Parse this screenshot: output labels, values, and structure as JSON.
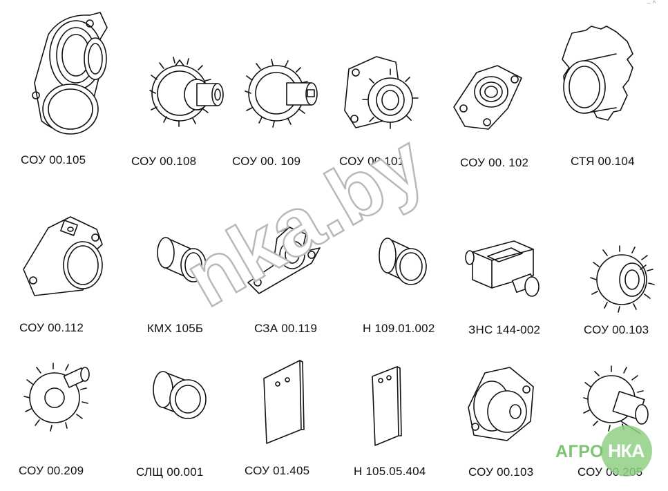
{
  "corner_mark": "~ ^",
  "watermark": {
    "text": "nka.by"
  },
  "logo": {
    "left_text": "АГРО",
    "right_text": "НКА",
    "color": "#7dc472"
  },
  "parts": [
    {
      "id": "p1",
      "label": "СОУ 00.105",
      "icon": "bearing-housing-icon"
    },
    {
      "id": "p2",
      "label": "СОУ 00.108",
      "icon": "gear-shaft-icon"
    },
    {
      "id": "p3",
      "label": "СОУ 00. 109",
      "icon": "gear-shaft-icon"
    },
    {
      "id": "p4",
      "label": "СОУ 00.101",
      "icon": "flange-sprocket-icon"
    },
    {
      "id": "p5",
      "label": "СОУ 00. 102",
      "icon": "flange-bearing-icon"
    },
    {
      "id": "p6",
      "label": "СТЯ 00.104",
      "icon": "sprocket-hub-icon"
    },
    {
      "id": "p7",
      "label": "СОУ 00.112",
      "icon": "flange-housing-icon"
    },
    {
      "id": "p8",
      "label": "КМХ 105Б",
      "icon": "bushing-icon"
    },
    {
      "id": "p9",
      "label": "СЗА 00.119",
      "icon": "bracket-clamp-icon"
    },
    {
      "id": "p10",
      "label": "Н 109.01.002",
      "icon": "bushing-icon"
    },
    {
      "id": "p11",
      "label": "ЗНС 144-002",
      "icon": "square-block-icon"
    },
    {
      "id": "p12",
      "label": "СОУ 00.103",
      "icon": "gear-hub-icon"
    },
    {
      "id": "p13",
      "label": "СОУ 00.209",
      "icon": "gear-icon"
    },
    {
      "id": "p14",
      "label": "СЛЩ 00.001",
      "icon": "bushing-icon"
    },
    {
      "id": "p15",
      "label": "СОУ 01.405",
      "icon": "plate-icon"
    },
    {
      "id": "p16",
      "label": "Н 105.05.404",
      "icon": "plate-icon"
    },
    {
      "id": "p17",
      "label": "СОУ 00.103",
      "icon": "flange-cap-icon"
    },
    {
      "id": "p18",
      "label": "СОУ 00.205",
      "icon": "gear-shaft-icon"
    }
  ]
}
